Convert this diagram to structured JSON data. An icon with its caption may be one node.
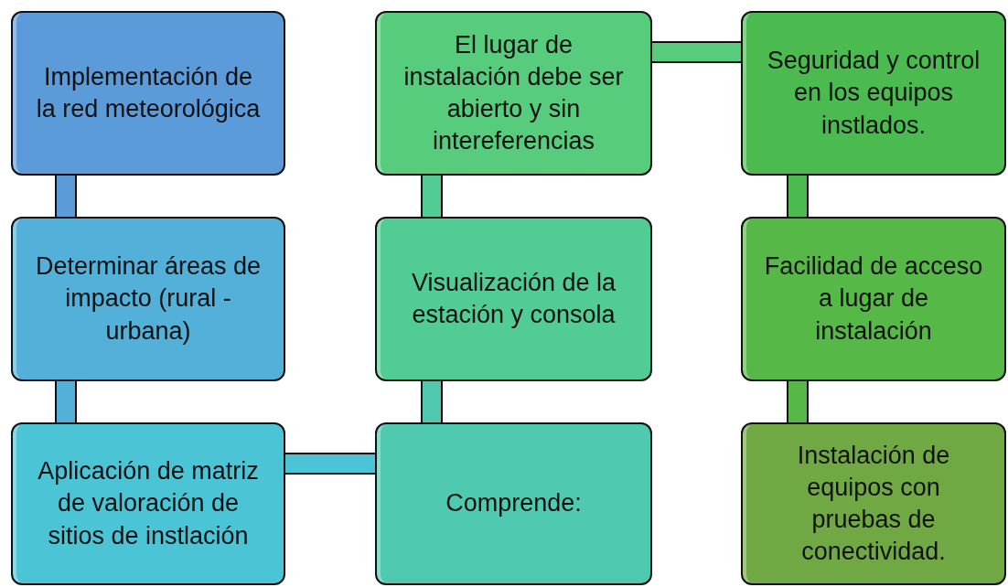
{
  "diagram": {
    "nodes": [
      {
        "text": [
          "Implementación de la red meteorológica"
        ]
      },
      {
        "text": [
          "Determinar áreas de impacto  (rural - urbana)"
        ]
      },
      {
        "text": [
          "Aplicación de matriz de valoración de sitios de instlación"
        ]
      },
      {
        "text": [
          "Comprende:"
        ]
      },
      {
        "text": [
          "Visualización de la estación y consola"
        ]
      },
      {
        "text": [
          "El lugar de instalación debe ser abierto y sin intereferencias"
        ]
      },
      {
        "text": [
          "Seguridad y control en los equipos instlados."
        ]
      },
      {
        "text": [
          "Facilidad de acceso a lugar de instalación"
        ]
      },
      {
        "text": [
          "Instalación de equipos con pruebas de conectividad."
        ]
      }
    ],
    "edges": [
      {
        "from": 0,
        "to": 1,
        "arrow": "none",
        "style": "thick"
      },
      {
        "from": 1,
        "to": 2,
        "arrow": "none",
        "style": "thick"
      },
      {
        "from": 2,
        "to": 3,
        "arrow": "none",
        "style": "thick"
      },
      {
        "from": 3,
        "to": 4,
        "arrow": "none",
        "style": "thick"
      },
      {
        "from": 4,
        "to": 5,
        "arrow": "none",
        "style": "thick"
      },
      {
        "from": 5,
        "to": 6,
        "arrow": "none",
        "style": "thick"
      },
      {
        "from": 6,
        "to": 7,
        "arrow": "none",
        "style": "thick"
      },
      {
        "from": 7,
        "to": 8,
        "arrow": "none",
        "style": "thick"
      }
    ]
  }
}
